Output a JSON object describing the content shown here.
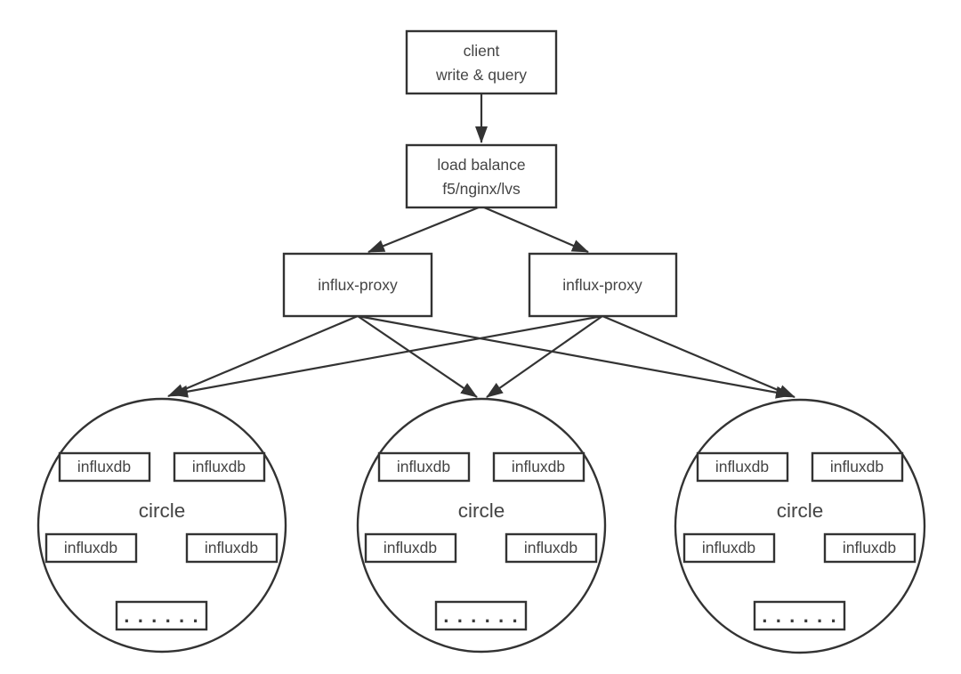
{
  "diagram": {
    "client": {
      "line1": "client",
      "line2": "write & query"
    },
    "load_balance": {
      "line1": "load balance",
      "line2": "f5/nginx/lvs"
    },
    "proxies": [
      {
        "label": "influx-proxy"
      },
      {
        "label": "influx-proxy"
      }
    ],
    "clusters": [
      {
        "label": "circle",
        "db_nodes": [
          "influxdb",
          "influxdb",
          "influxdb",
          "influxdb"
        ],
        "ellipsis": "......"
      },
      {
        "label": "circle",
        "db_nodes": [
          "influxdb",
          "influxdb",
          "influxdb",
          "influxdb"
        ],
        "ellipsis": "......"
      },
      {
        "label": "circle",
        "db_nodes": [
          "influxdb",
          "influxdb",
          "influxdb",
          "influxdb"
        ],
        "ellipsis": "......"
      }
    ],
    "colors": {
      "stroke": "#333333",
      "text": "#444444",
      "background": "#ffffff"
    }
  }
}
